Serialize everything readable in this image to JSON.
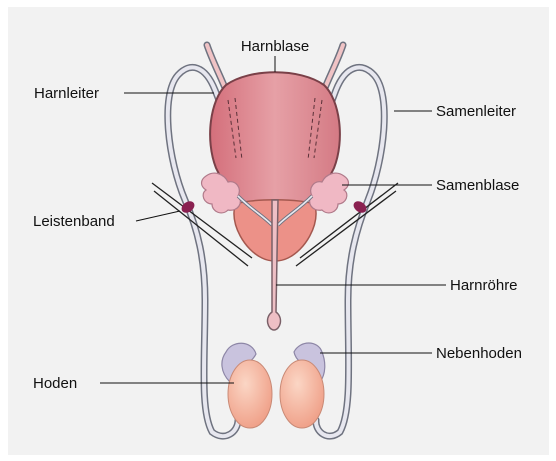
{
  "labels": {
    "harnblase": "Harnblase",
    "harnleiter": "Harnleiter",
    "samenleiter": "Samenleiter",
    "samenblase": "Samenblase",
    "leistenband": "Leistenband",
    "harnroehre": "Harnröhre",
    "nebenhoden": "Nebenhoden",
    "hoden": "Hoden"
  },
  "colors": {
    "background": "#f2f2f2",
    "bladder": "#e38f93",
    "prostate": "#ec9188",
    "duct_outline": "#6f7380",
    "duct_fill": "#e7e7ef",
    "seminal_vesicle": "#f0b8c4",
    "testis": "#f4ae96",
    "epididymis": "#c9c3de",
    "inguinal_spot": "#8a2050"
  }
}
